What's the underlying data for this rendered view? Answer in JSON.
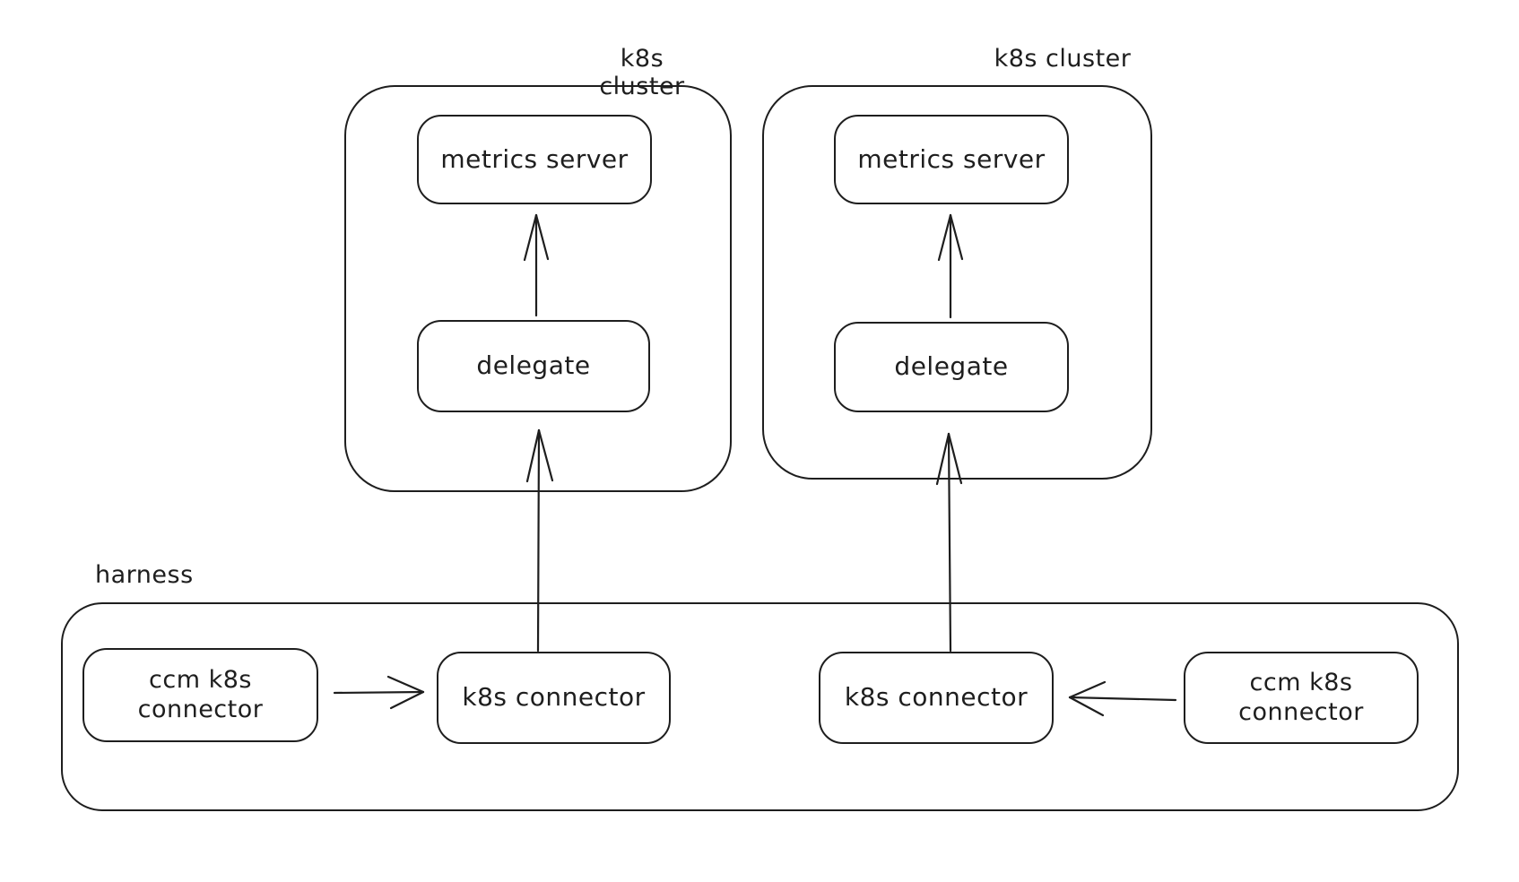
{
  "diagram": {
    "background_color": "#ffffff",
    "stroke_color": "#1e1e1e",
    "clusters": [
      {
        "label": "k8s cluster",
        "nodes": {
          "metrics_server": "metrics server",
          "delegate": "delegate"
        }
      },
      {
        "label": "k8s cluster",
        "nodes": {
          "metrics_server": "metrics server",
          "delegate": "delegate"
        }
      }
    ],
    "harness": {
      "label": "harness",
      "nodes": {
        "ccm_left": "ccm k8s\nconnector",
        "k8s_left": "k8s connector",
        "k8s_right": "k8s connector",
        "ccm_right": "ccm k8s\nconnector"
      }
    },
    "connections": [
      {
        "from": "delegate",
        "to": "metrics server",
        "cluster": "left"
      },
      {
        "from": "delegate",
        "to": "metrics server",
        "cluster": "right"
      },
      {
        "from": "k8s connector",
        "to": "delegate",
        "cluster": "left"
      },
      {
        "from": "k8s connector",
        "to": "delegate",
        "cluster": "right"
      },
      {
        "from": "ccm k8s connector",
        "to": "k8s connector",
        "side": "left"
      },
      {
        "from": "ccm k8s connector",
        "to": "k8s connector",
        "side": "right"
      }
    ]
  }
}
